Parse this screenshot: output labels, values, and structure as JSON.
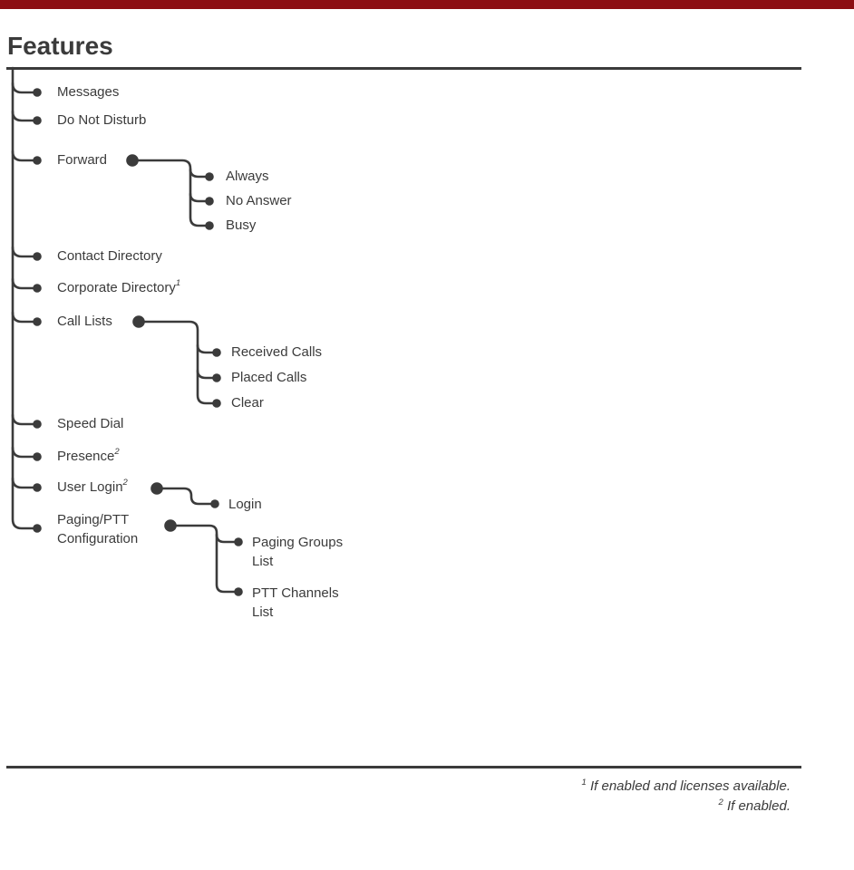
{
  "page": {
    "title": "Features"
  },
  "colors": {
    "accent_bar": "#8c0e12",
    "ink": "#3b3b3b"
  },
  "tree": {
    "items": [
      {
        "label": "Messages"
      },
      {
        "label": "Do Not Disturb"
      },
      {
        "label": "Forward",
        "children": [
          {
            "label": "Always"
          },
          {
            "label": "No Answer"
          },
          {
            "label": "Busy"
          }
        ]
      },
      {
        "label": "Contact Directory"
      },
      {
        "label": "Corporate Directory",
        "sup": "1"
      },
      {
        "label": "Call Lists",
        "children": [
          {
            "label": "Received Calls"
          },
          {
            "label": "Placed Calls"
          },
          {
            "label": "Clear"
          }
        ]
      },
      {
        "label": "Speed Dial"
      },
      {
        "label": "Presence",
        "sup": "2"
      },
      {
        "label": "User Login",
        "sup": "2",
        "children": [
          {
            "label": "Login"
          }
        ]
      },
      {
        "label": "Paging/PTT Configuration",
        "children": [
          {
            "label": "Paging Groups List"
          },
          {
            "label": "PTT Channels List"
          }
        ]
      }
    ]
  },
  "footnotes": [
    {
      "sup": "1",
      "text": "If enabled and licenses available."
    },
    {
      "sup": "2",
      "text": "If enabled."
    }
  ]
}
